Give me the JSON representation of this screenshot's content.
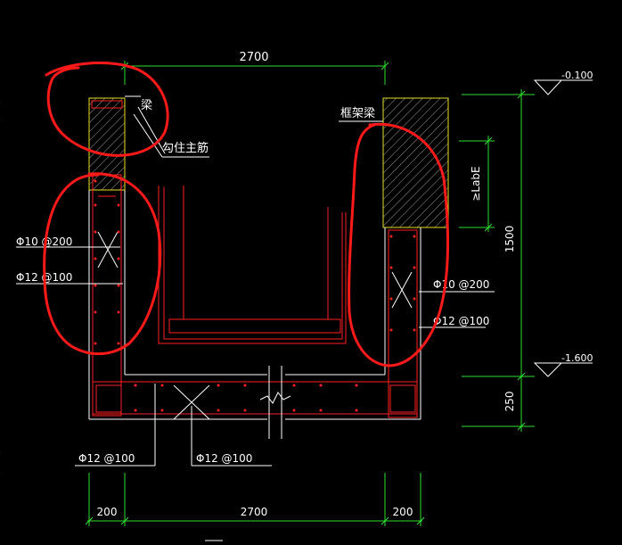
{
  "diagram": {
    "labels": {
      "dim_top": "2700",
      "dim_bottom_left": "200",
      "dim_bottom_mid": "2700",
      "dim_bottom_right": "200",
      "dim_right_height": "1500",
      "dim_right_base": "250",
      "dim_lae": "≥LabE",
      "level_top": "-0.100",
      "level_bottom": "-1.600",
      "beam_label": "梁",
      "hook_label": "勾住主筋",
      "frame_beam_label": "框架梁",
      "left_rebar_1": "Φ10 @200",
      "left_rebar_2": "Φ12 @100",
      "right_rebar_1": "Φ10 @200",
      "right_rebar_2": "Φ12 @100",
      "bottom_rebar_left": "Φ12 @100",
      "bottom_rebar_mid": "Φ12 @100"
    },
    "colors": {
      "background": "#000000",
      "dimension": "#2ee02e",
      "rebar": "#ff2020",
      "annotation_mark": "#ff1a1a",
      "beam_outline": "#e8e020",
      "text": "#ffffff"
    }
  }
}
